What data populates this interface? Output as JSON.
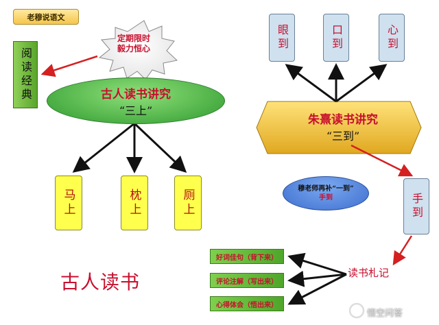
{
  "tag": "老穆说语文",
  "read_classics": "阅读经典",
  "starburst": {
    "line1": "定期限时",
    "line2": "毅力恒心"
  },
  "ancient": {
    "title": "古人读书讲究",
    "subtitle": "“三上”"
  },
  "three_shang": [
    "马上",
    "枕上",
    "厕上"
  ],
  "zhuxi": {
    "title": "朱熹读书讲究",
    "subtitle": "“三到”"
  },
  "three_dao": [
    "眼到",
    "口到",
    "心到"
  ],
  "mu_extra": {
    "line1": "穆老师再补“一到”",
    "line2": "手到"
  },
  "hand": "手到",
  "big_title": "古人读书",
  "notes": {
    "title": "读书札记",
    "items": [
      "好词佳句（背下来）",
      "评论注解（写出来）",
      "心得体会（悟出来）"
    ]
  },
  "watermark": "悟空问答"
}
